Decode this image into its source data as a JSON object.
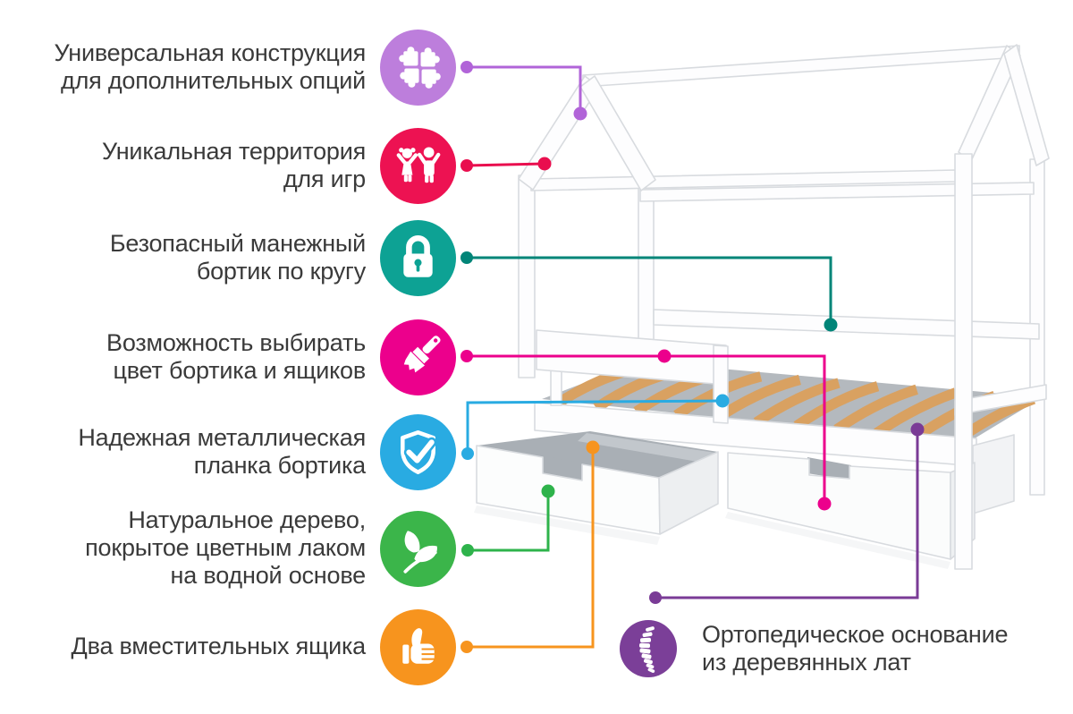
{
  "page": {
    "background": "#ffffff",
    "text_color": "#3a3a3a"
  },
  "features": [
    {
      "label_lines": [
        "Универсальная конструкция",
        "для дополнительных опций"
      ],
      "icon": "puzzle-icon",
      "circle_color": "#bd7edc",
      "line_color": "#b164d8"
    },
    {
      "label_lines": [
        "Уникальная территория",
        "для игр"
      ],
      "icon": "children-icon",
      "circle_color": "#ed1252",
      "line_color": "#e90e4e"
    },
    {
      "label_lines": [
        "Безопасный манежный",
        "бортик по кругу"
      ],
      "icon": "padlock-icon",
      "circle_color": "#0da294",
      "line_color": "#018578"
    },
    {
      "label_lines": [
        "Возможность выбирать",
        "цвет бортика и ящиков"
      ],
      "icon": "paintbrush-icon",
      "circle_color": "#ec008c",
      "line_color": "#ec008c"
    },
    {
      "label_lines": [
        "Надежная металлическая",
        "планка бортика"
      ],
      "icon": "shield-check-icon",
      "circle_color": "#29abe2",
      "line_color": "#29abe2"
    },
    {
      "label_lines": [
        "Натуральное дерево,",
        "покрытое цветным лаком",
        "на водной основе"
      ],
      "icon": "leaf-icon",
      "circle_color": "#3bb54a",
      "line_color": "#2eb34b"
    },
    {
      "label_lines": [
        "Два вместительных ящика"
      ],
      "icon": "thumbs-up-icon",
      "circle_color": "#f7941e",
      "line_color": "#f7941e"
    }
  ],
  "orthopedic_feature": {
    "label_lines": [
      "Ортопедическое основание",
      "из деревянных лат"
    ],
    "icon": "spine-icon",
    "circle_color": "#7b3f98",
    "line_color": "#7a3b96"
  },
  "illustration": {
    "frame_fill": "#fdfdfe",
    "outline_color": "#d8dbdf",
    "slat_color": "#d9a161",
    "platform_color": "#b4b9be",
    "drawer_interior_color": "#a9afb5"
  }
}
